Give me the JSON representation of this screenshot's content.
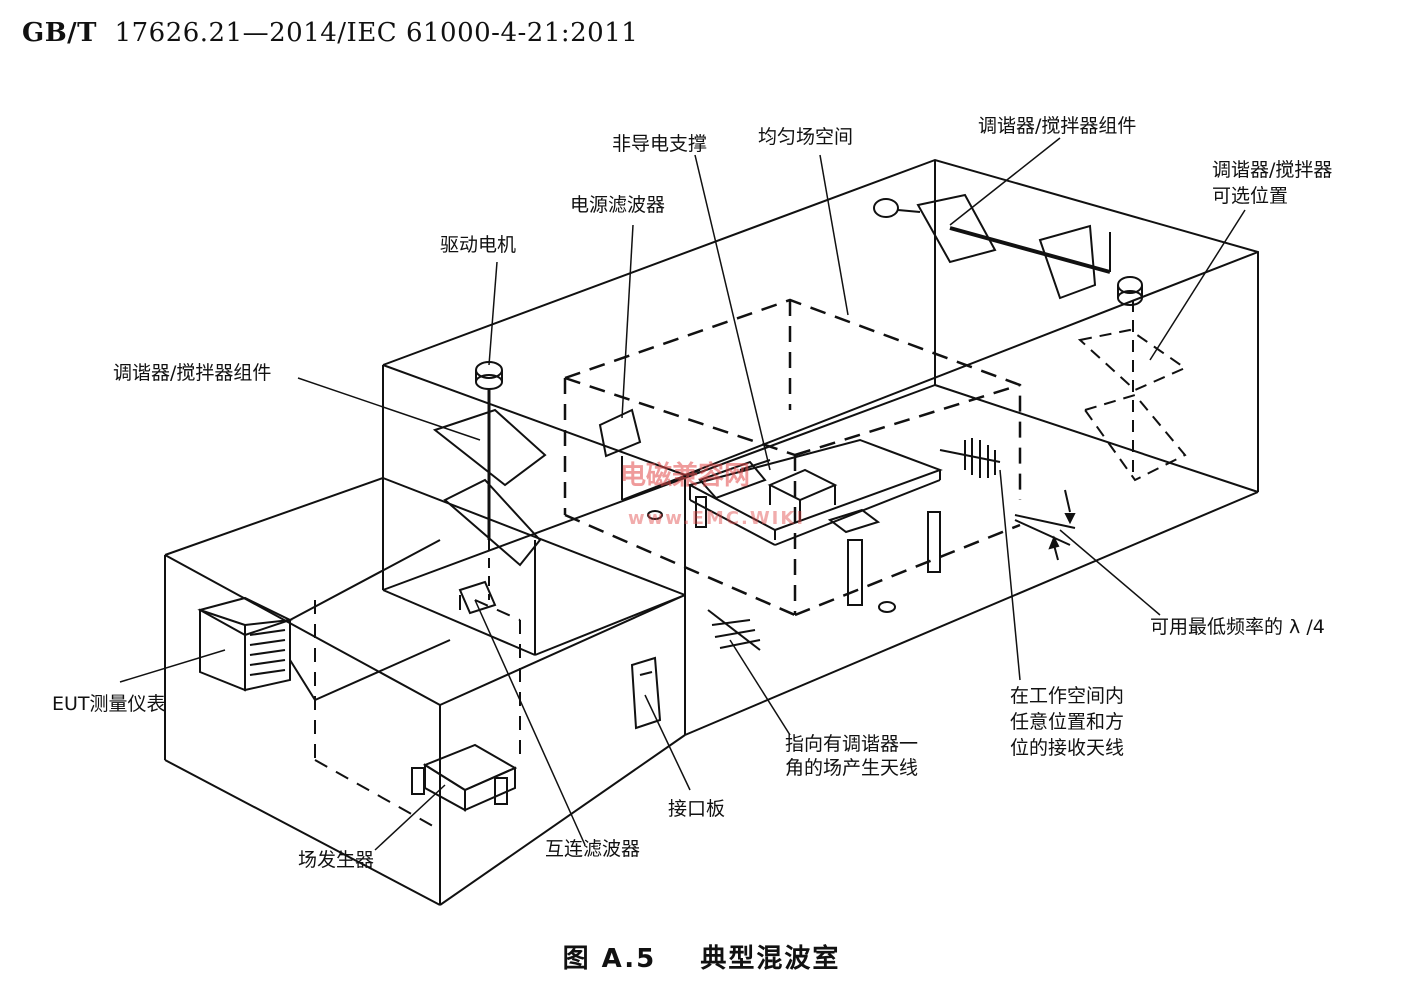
{
  "header": {
    "standard_code": "GB/T",
    "standard_number": "17626.21—2014/IEC 61000-4-21:2011"
  },
  "labels": {
    "non_conductive_support": "非导电支撑",
    "uniform_field_volume": "均匀场空间",
    "tuner_stirrer_assembly_top": "调谐器/搅拌器组件",
    "tuner_optional_position_line1": "调谐器/搅拌器",
    "tuner_optional_position_line2": "可选位置",
    "power_line_filter": "电源滤波器",
    "drive_motor": "驱动电机",
    "tuner_stirrer_assembly_left": "调谐器/搅拌器组件",
    "eut_instrumentation": "EUT测量仪表",
    "lowest_frequency_quarter_wavelength": "可用最低频率的 λ /4",
    "receive_antenna_line1": "在工作空间内",
    "receive_antenna_line2": "任意位置和方",
    "receive_antenna_line3": "位的接收天线",
    "transmit_antenna_line1": "指向有调谐器一",
    "transmit_antenna_line2": "角的场产生天线",
    "interface_panel": "接口板",
    "bulkhead_filter": "互连滤波器",
    "field_generator": "场发生器"
  },
  "caption": {
    "figure_number": "图 A.5",
    "figure_title": "典型混波室"
  },
  "watermark": {
    "line1": "电磁兼容网",
    "line2": "www.EMC.WIKI"
  }
}
